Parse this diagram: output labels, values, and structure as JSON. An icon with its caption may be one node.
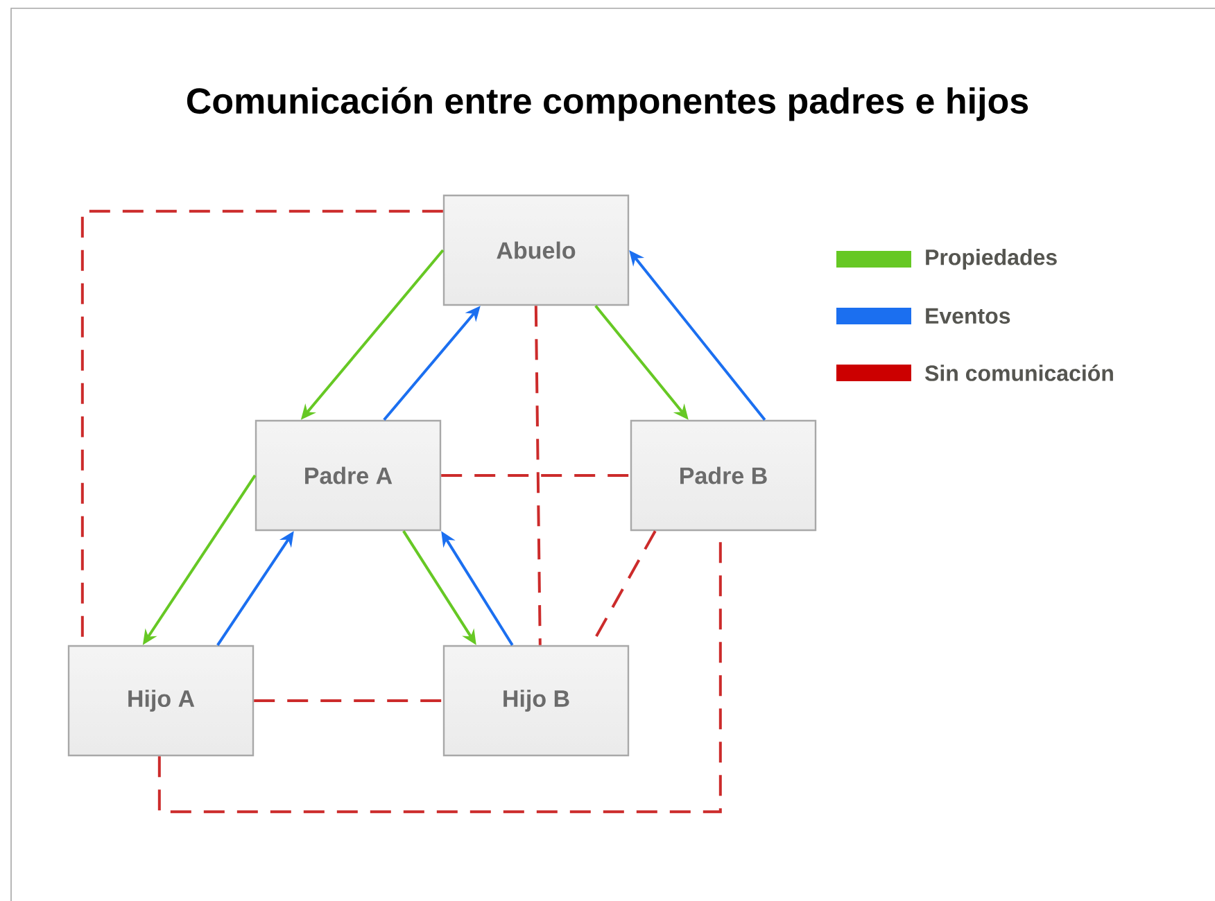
{
  "diagram": {
    "title": "Comunicación entre componentes padres e hijos",
    "nodes": [
      {
        "text": [
          "Abuelo"
        ]
      },
      {
        "text": [
          "Padre A"
        ]
      },
      {
        "text": [
          "Padre B"
        ]
      },
      {
        "text": [
          "Hijo A"
        ]
      },
      {
        "text": [
          "Hijo B"
        ]
      }
    ],
    "edges": [
      {
        "from": 0,
        "to": 1,
        "arrow": "to",
        "color": "#66c824"
      },
      {
        "from": 0,
        "to": 2,
        "arrow": "to",
        "color": "#66c824"
      },
      {
        "from": 1,
        "to": 0,
        "arrow": "to",
        "color": "#1b6ff0"
      },
      {
        "from": 2,
        "to": 0,
        "arrow": "to",
        "color": "#1b6ff0"
      },
      {
        "from": 1,
        "to": 3,
        "arrow": "to",
        "color": "#66c824"
      },
      {
        "from": 3,
        "to": 1,
        "arrow": "to",
        "color": "#1b6ff0"
      },
      {
        "from": 1,
        "to": 4,
        "arrow": "to",
        "color": "#66c824"
      },
      {
        "from": 4,
        "to": 1,
        "arrow": "to",
        "color": "#1b6ff0"
      },
      {
        "from": 0,
        "to": 3,
        "arrow": "none",
        "style": "dashed",
        "color": "#cc2b2b"
      },
      {
        "from": 0,
        "to": 4,
        "arrow": "none",
        "style": "dashed",
        "color": "#cc2b2b"
      },
      {
        "from": 1,
        "to": 2,
        "arrow": "none",
        "style": "dashed",
        "color": "#cc2b2b"
      },
      {
        "from": 2,
        "to": 4,
        "arrow": "none",
        "style": "dashed",
        "color": "#cc2b2b"
      },
      {
        "from": 3,
        "to": 4,
        "arrow": "none",
        "style": "dashed",
        "color": "#cc2b2b"
      },
      {
        "from": 3,
        "to": 2,
        "arrow": "none",
        "style": "dashed",
        "color": "#cc2b2b"
      }
    ],
    "legend": [
      {
        "text": "Propiedades",
        "color": "#66c824"
      },
      {
        "text": "Eventos",
        "color": "#1b6ff0"
      },
      {
        "text": "Sin comunicación",
        "color": "#cc0000"
      }
    ]
  }
}
